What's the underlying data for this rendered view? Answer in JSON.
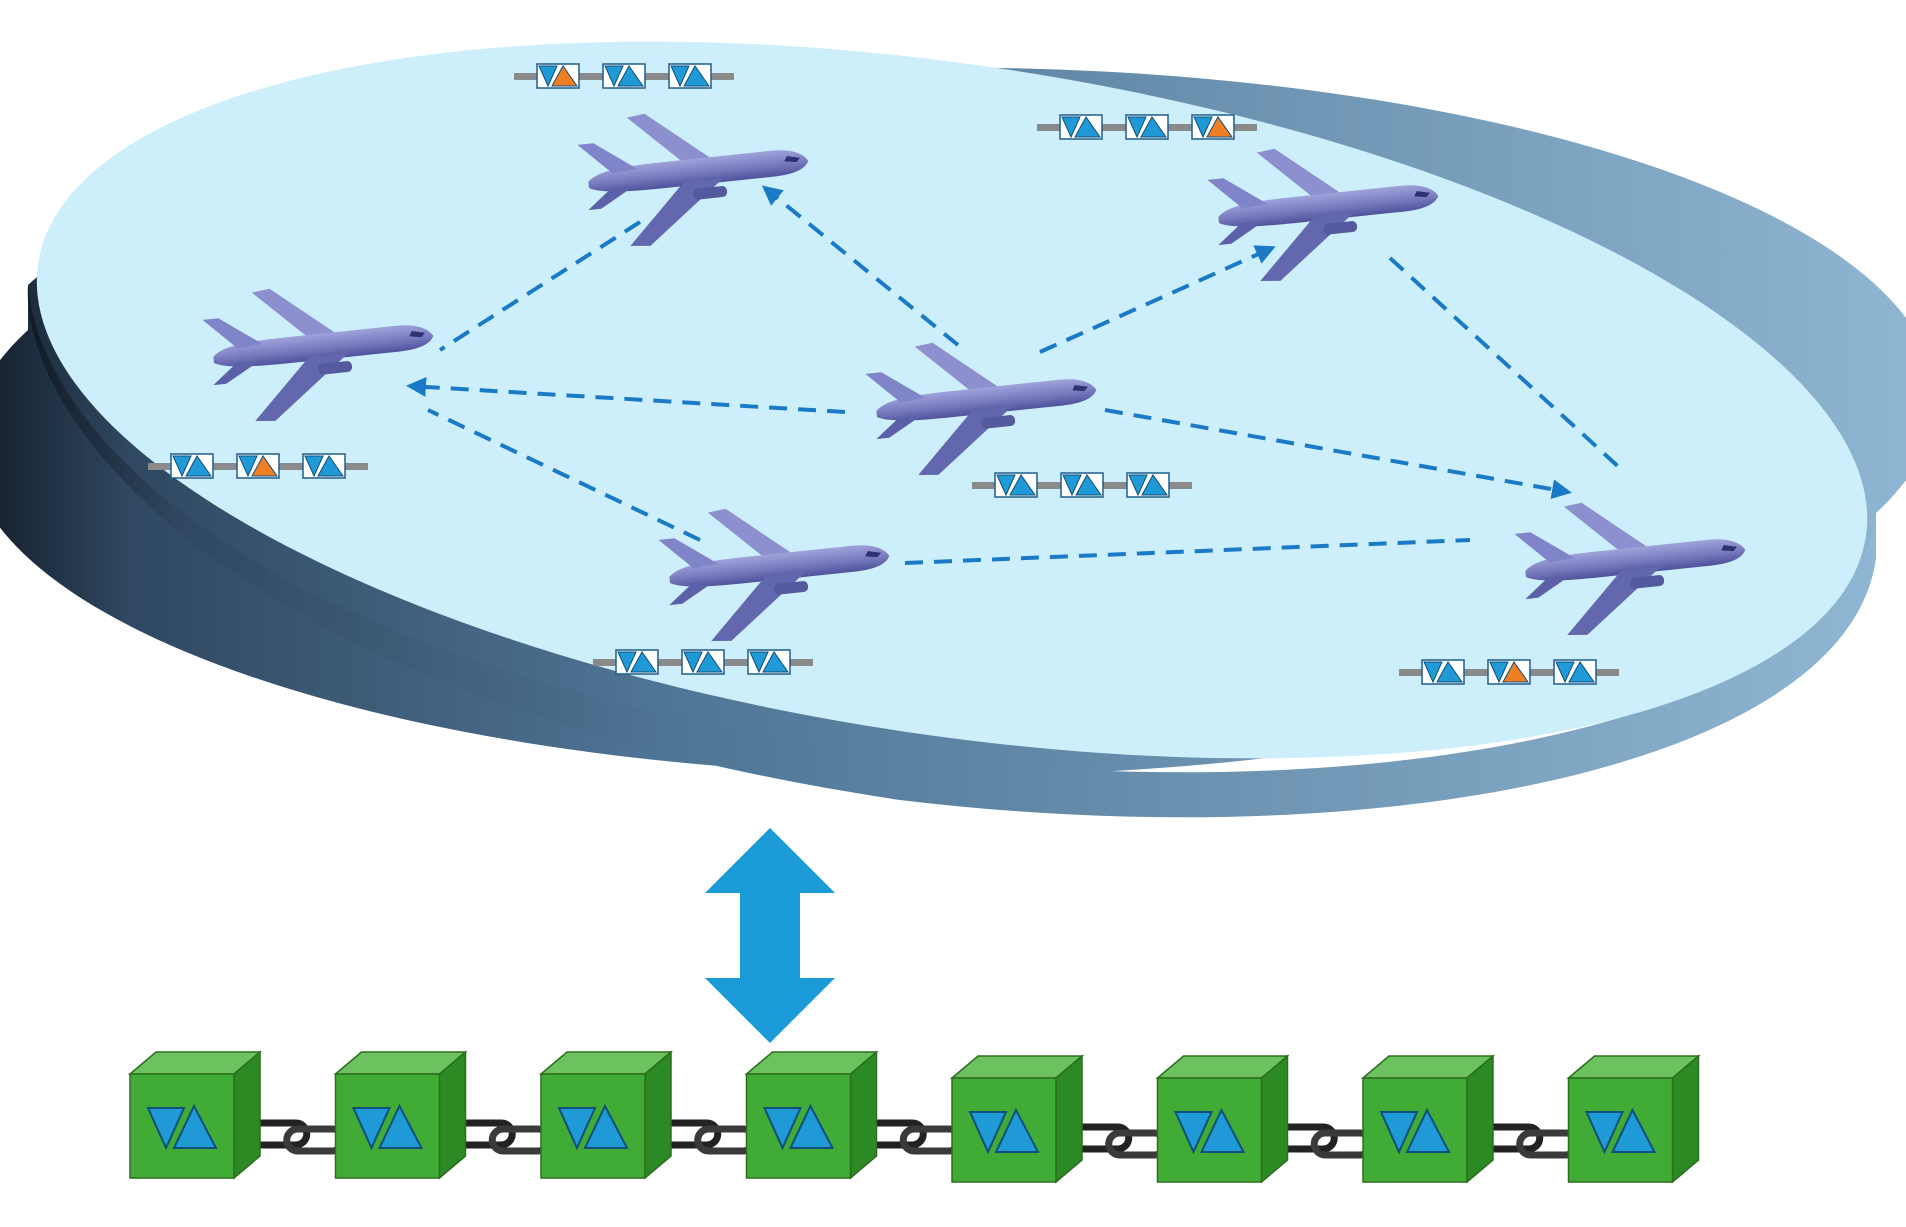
{
  "colors": {
    "background": "#ffffff",
    "platform_top": "#cdeffc",
    "platform_side_dark": "#1d2a3a",
    "platform_side_light": "#7ba6c6",
    "aircraft": "#7b7fc1",
    "aircraft_shade": "#4f529b",
    "link_dash": "#1a7ac6",
    "vertical_arrow": "#1b9ad8",
    "ledger_bar": "#8a8a8a",
    "ledger_blue": "#1f9ad6",
    "ledger_orange": "#f07f24",
    "block_front": "#41ac35",
    "block_top": "#6bc25e",
    "block_side": "#2b8a24",
    "block_outline": "#2c6e1f",
    "chain_link": "#222222"
  },
  "icons": {
    "aircraft": "airplane-icon",
    "ledger": "ledger-icon",
    "block": "blockchain-block-icon",
    "chain": "chain-link-icon"
  },
  "network": {
    "nodes": [
      {
        "id": "top-left",
        "ledger": [
          "orange",
          "blue",
          "blue"
        ]
      },
      {
        "id": "left",
        "ledger": [
          "blue",
          "orange",
          "blue"
        ]
      },
      {
        "id": "center",
        "ledger": [
          "blue",
          "blue",
          "blue"
        ]
      },
      {
        "id": "bottom-left",
        "ledger": [
          "blue",
          "blue",
          "blue"
        ]
      },
      {
        "id": "top-right",
        "ledger": [
          "blue",
          "blue",
          "orange"
        ]
      },
      {
        "id": "right",
        "ledger": [
          "blue",
          "orange",
          "blue"
        ]
      }
    ],
    "links": [
      {
        "from": "center",
        "to": "top-left",
        "arrow": true
      },
      {
        "from": "center",
        "to": "top-right",
        "arrow": true
      },
      {
        "from": "center",
        "to": "left",
        "arrow": true
      },
      {
        "from": "center",
        "to": "right",
        "arrow": true
      },
      {
        "from": "top-left",
        "to": "left",
        "arrow": false
      },
      {
        "from": "bottom-left",
        "to": "left",
        "arrow": false
      },
      {
        "from": "bottom-left",
        "to": "right",
        "arrow": false
      },
      {
        "from": "top-right",
        "to": "right",
        "arrow": false
      }
    ]
  },
  "blockchain": {
    "block_count": 8
  }
}
